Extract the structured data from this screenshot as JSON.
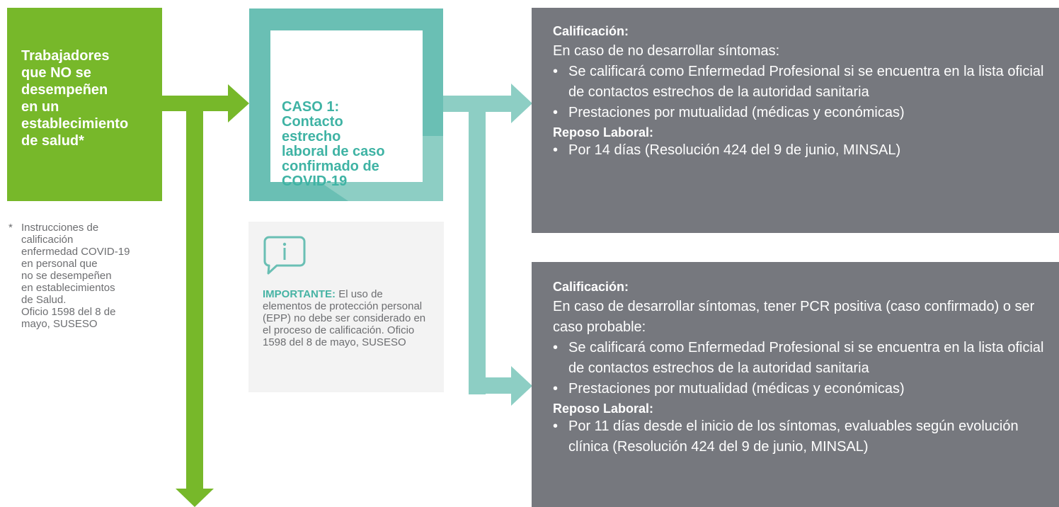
{
  "colors": {
    "green": "#77b82a",
    "teal": "#6abfb4",
    "teal_light": "#8dcec4",
    "grey": "#76787e",
    "info_bg": "#f3f3f3"
  },
  "worker_box": {
    "label": "Trabajadores\nque NO se\ndesempeñen\nen un\nestablecimiento\nde salud*"
  },
  "footnote": {
    "marker": "*",
    "text": "Instrucciones de\ncalificación\nenfermedad COVID-19\nen personal que\nno se desempeñen\nen establecimientos\nde Salud.\nOficio 1598 del 8 de\nmayo, SUSESO"
  },
  "case": {
    "title": "CASO 1:\nContacto\nestrecho\nlaboral de caso\nconfirmado de\nCOVID-19"
  },
  "info": {
    "icon": "info-speech-bubble-icon",
    "highlight": "IMPORTANTE:",
    "text": " El uso de elementos de protección personal (EPP) no debe ser considerado en el proceso de calificación. Oficio 1598 del 8 de mayo, SUSESO"
  },
  "outcome_top": {
    "heading1": "Calificación:",
    "intro": "En caso de no desarrollar síntomas:",
    "bullets1": [
      "Se calificará como Enfermedad Profesional si se encuentra en la lista oficial de contactos estrechos de la autoridad sanitaria",
      "Prestaciones por mutualidad (médicas y económicas)"
    ],
    "heading2": "Reposo Laboral:",
    "bullets2": [
      "Por 14 días (Resolución 424 del 9 de junio, MINSAL)"
    ]
  },
  "outcome_bottom": {
    "heading1": "Calificación:",
    "intro": "En caso de desarrollar síntomas, tener PCR positiva (caso confirmado) o ser caso probable:",
    "bullets1": [
      "Se calificará como Enfermedad Profesional si se encuentra en la lista oficial de contactos estrechos de la autoridad sanitaria",
      "Prestaciones por mutualidad (médicas y económicas)"
    ],
    "heading2": "Reposo Laboral:",
    "bullets2": [
      "Por 11 días desde el inicio de los  síntomas, evaluables según evolución clínica (Resolución 424 del 9 de junio, MINSAL)"
    ]
  }
}
